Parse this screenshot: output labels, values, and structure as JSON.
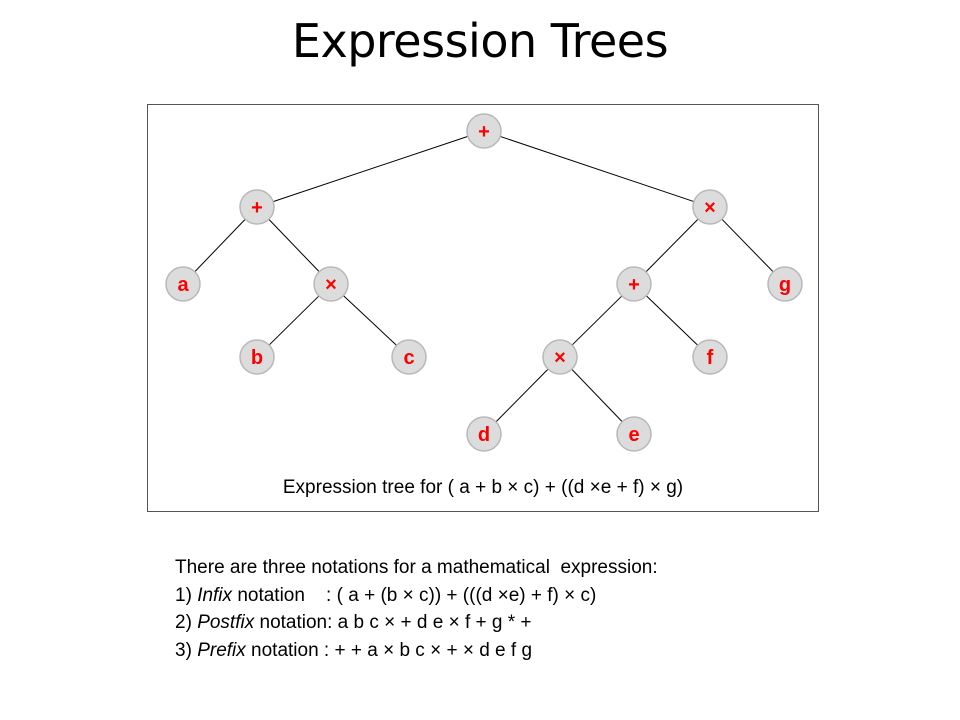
{
  "title": "Expression Trees",
  "tree": {
    "nodes": [
      {
        "id": "root",
        "label": "+"
      },
      {
        "id": "n1",
        "label": "+"
      },
      {
        "id": "n2",
        "label": "×"
      },
      {
        "id": "a",
        "label": "a"
      },
      {
        "id": "n3",
        "label": "×"
      },
      {
        "id": "n4",
        "label": "+"
      },
      {
        "id": "g",
        "label": "g"
      },
      {
        "id": "b",
        "label": "b"
      },
      {
        "id": "c",
        "label": "c"
      },
      {
        "id": "n5",
        "label": "×"
      },
      {
        "id": "f",
        "label": "f"
      },
      {
        "id": "d",
        "label": "d"
      },
      {
        "id": "e",
        "label": "e"
      }
    ],
    "edges": [
      [
        "root",
        "n1"
      ],
      [
        "root",
        "n2"
      ],
      [
        "n1",
        "a"
      ],
      [
        "n1",
        "n3"
      ],
      [
        "n3",
        "b"
      ],
      [
        "n3",
        "c"
      ],
      [
        "n2",
        "n4"
      ],
      [
        "n2",
        "g"
      ],
      [
        "n4",
        "n5"
      ],
      [
        "n4",
        "f"
      ],
      [
        "n5",
        "d"
      ],
      [
        "n5",
        "e"
      ]
    ],
    "node_color": "#dcdcdc",
    "label_color": "#ff0000"
  },
  "caption": "Expression tree for ( a + b × c) + ((d ×e + f) × g)",
  "notes": {
    "intro": "There are three notations for a mathematical  expression:",
    "infix_num": "1) ",
    "infix_term": "Infix",
    "infix_rest": " notation    : ( a + (b × c)) + (((d ×e) + f) × c)",
    "postfix_num": "2) ",
    "postfix_term": "Postfix",
    "postfix_rest": " notation: a b c × + d e × f + g * +",
    "prefix_num": "3) ",
    "prefix_term": "Prefix",
    "prefix_rest": " notation : + + a × b c × + × d e f g"
  }
}
